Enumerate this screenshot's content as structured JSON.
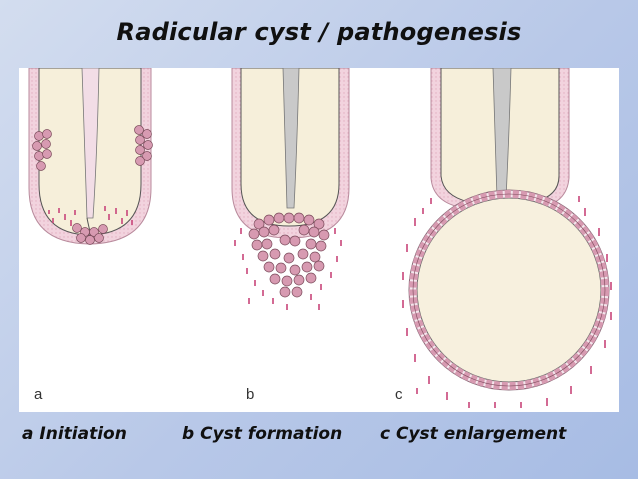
{
  "title": "Radicular cyst / pathogenesis",
  "panels": [
    {
      "letter": "a",
      "caption": "a Initiation"
    },
    {
      "letter": "b",
      "caption": "b Cyst formation"
    },
    {
      "letter": "c",
      "caption": "c Cyst enlargement"
    }
  ],
  "colors": {
    "background": "#b8c8e8",
    "dentin": "#f6efda",
    "pdl": "#f2d3de",
    "pulp": "#c9c9c9",
    "cell": "#d79ab1",
    "lumen": "#f7f0de"
  }
}
